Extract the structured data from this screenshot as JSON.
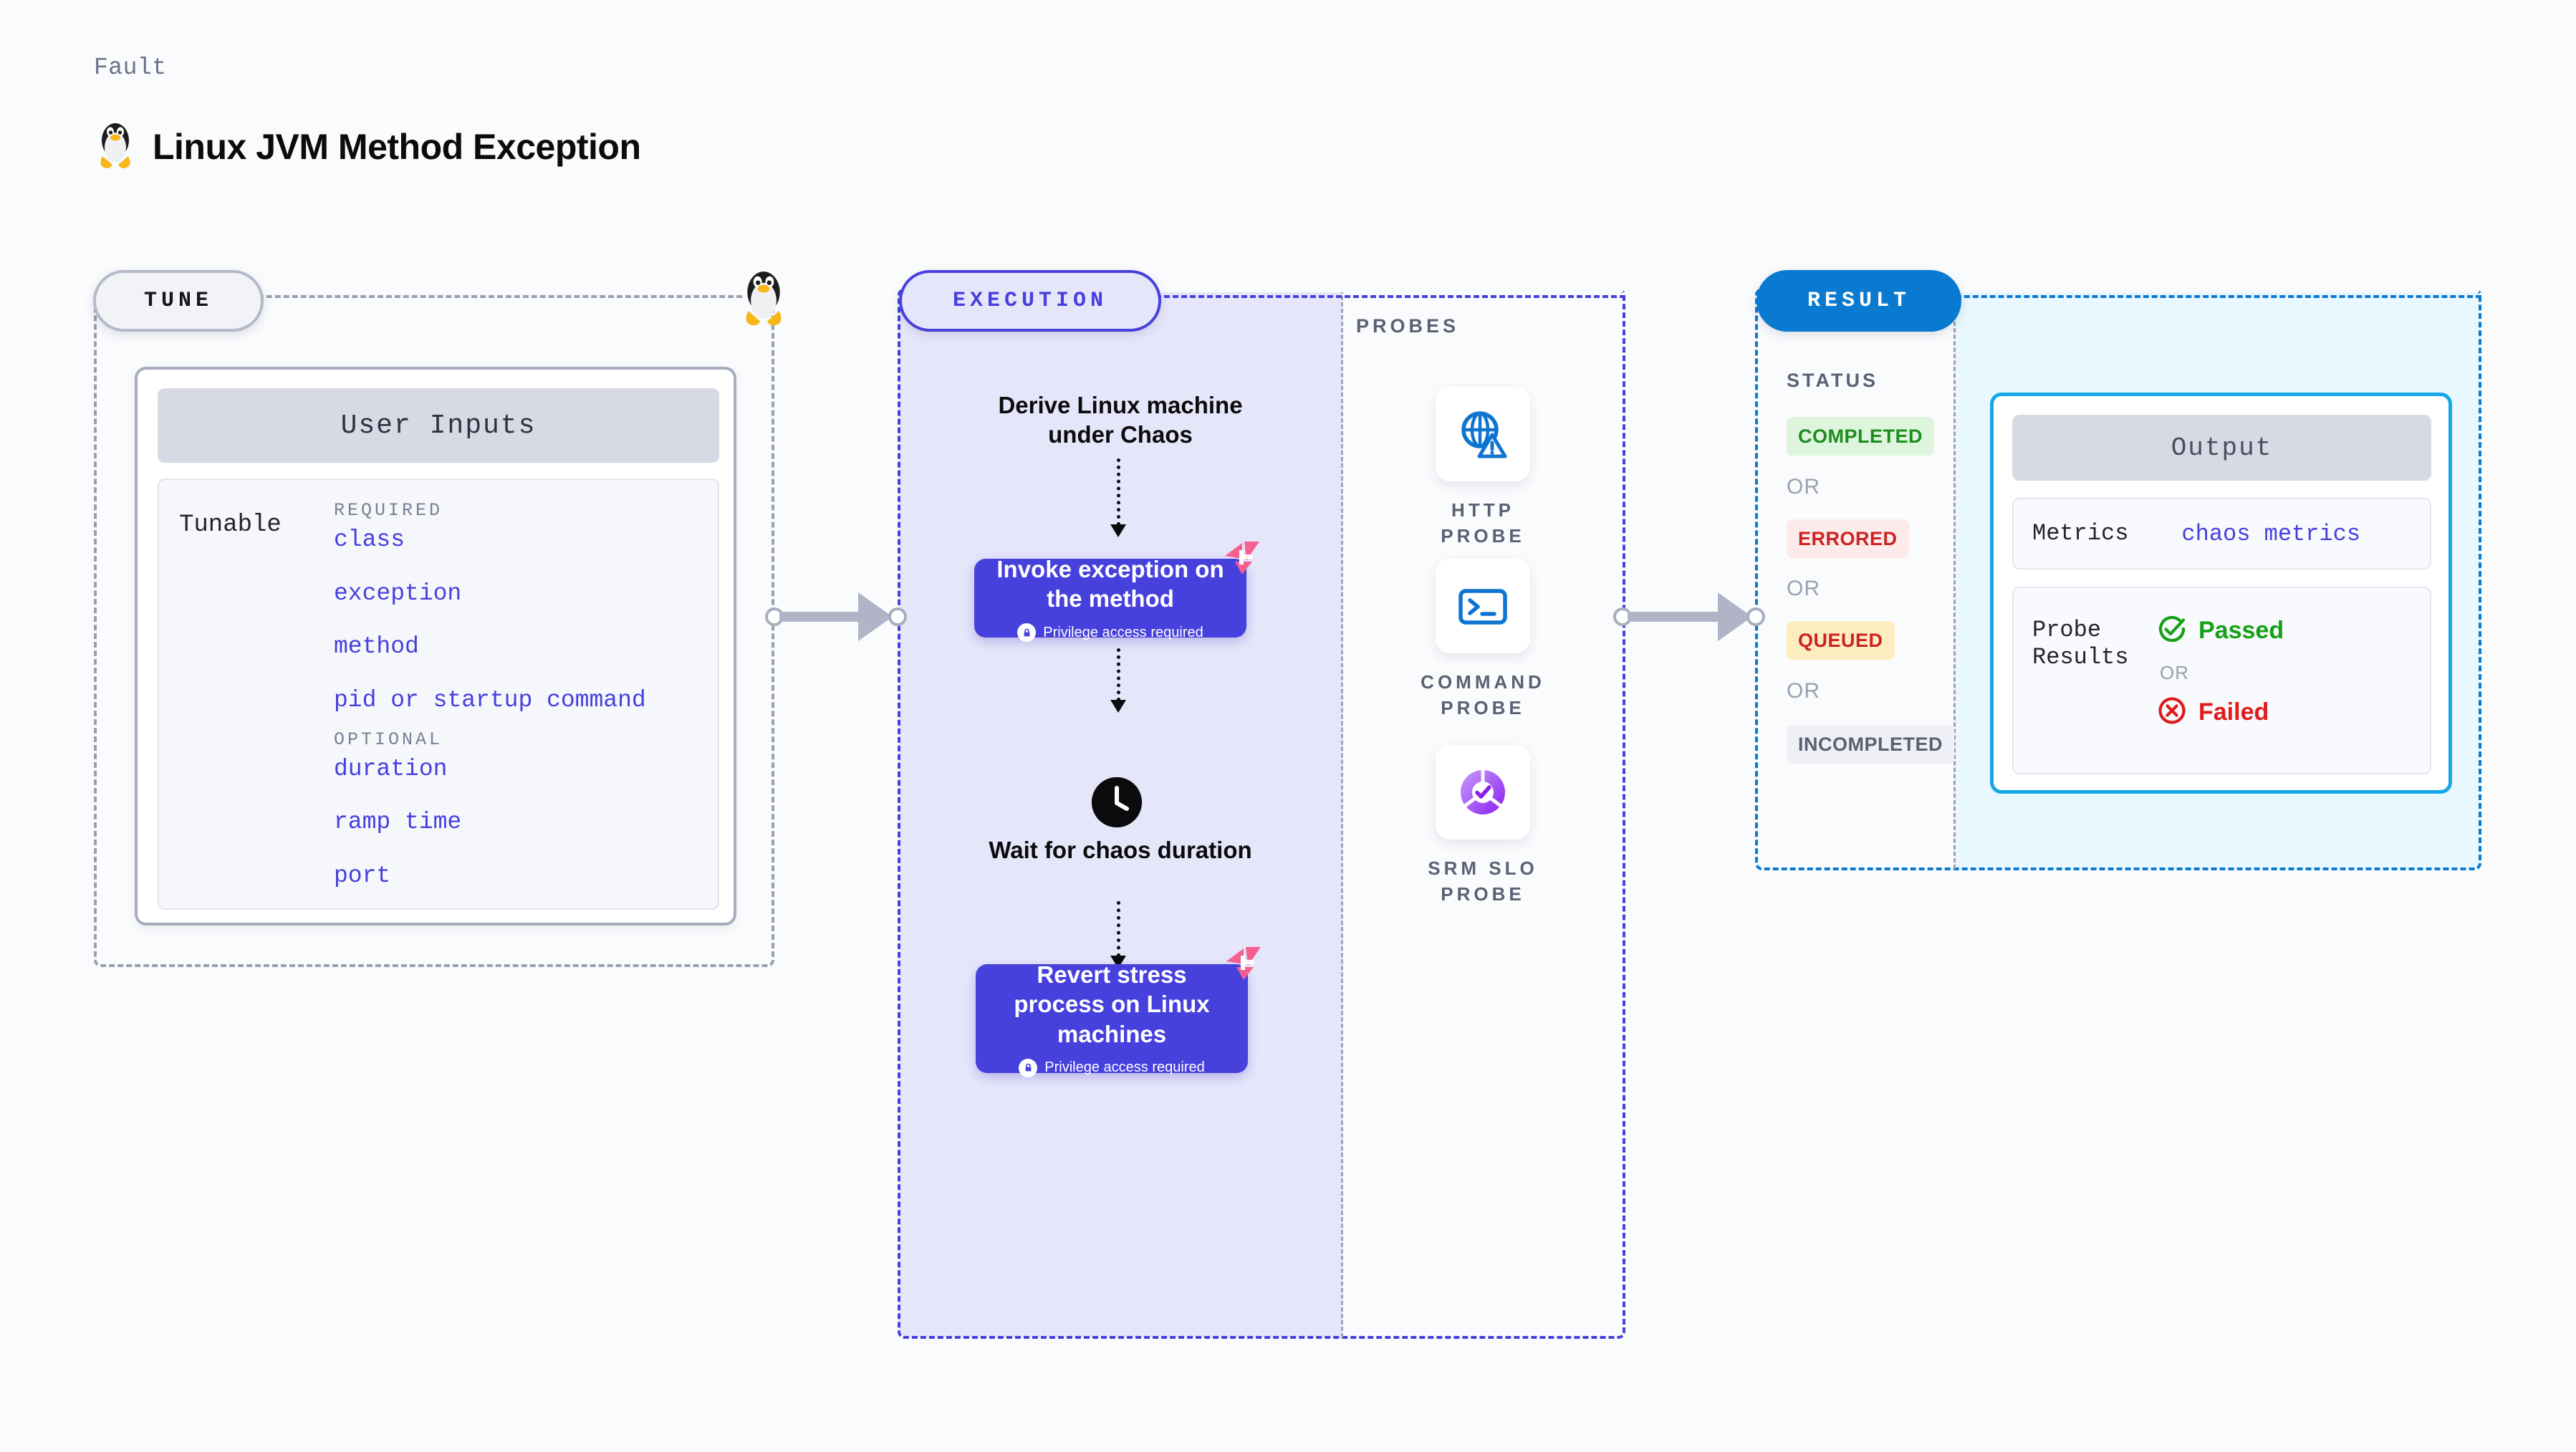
{
  "header": {
    "eyebrow": "Fault",
    "title": "Linux JVM Method Exception",
    "icon": "linux-penguin-icon"
  },
  "tune": {
    "pill_label": "TUNE",
    "card_title": "User Inputs",
    "tunable_label": "Tunable",
    "groups": [
      {
        "label": "REQUIRED",
        "fields": [
          "class",
          "exception",
          "method",
          "pid or startup command"
        ]
      },
      {
        "label": "OPTIONAL",
        "fields": [
          "duration",
          "ramp time",
          "port"
        ]
      }
    ]
  },
  "execution": {
    "pill_label": "EXECUTION",
    "steps": [
      {
        "type": "text",
        "label": "Derive Linux machine under Chaos"
      },
      {
        "type": "node",
        "label": "Invoke exception on the method",
        "note": "Privilege access required",
        "badge": "harness-logo-icon"
      },
      {
        "type": "wait",
        "label": "Wait for chaos duration",
        "icon": "clock-icon"
      },
      {
        "type": "node",
        "label": "Revert stress process on Linux machines",
        "note": "Privilege access required",
        "badge": "harness-logo-icon"
      }
    ]
  },
  "probes": {
    "section_label": "PROBES",
    "items": [
      {
        "icon": "http-globe-warning-icon",
        "label": "HTTP PROBE"
      },
      {
        "icon": "command-terminal-icon",
        "label": "COMMAND PROBE"
      },
      {
        "icon": "srm-slo-check-icon",
        "label": "SRM SLO PROBE"
      }
    ]
  },
  "result": {
    "pill_label": "RESULT",
    "status_label": "STATUS",
    "or_label": "OR",
    "statuses": [
      {
        "label": "COMPLETED",
        "fg": "#1e8c1e",
        "bg": "#ddf5dd"
      },
      {
        "label": "ERRORED",
        "fg": "#cc2222",
        "bg": "#fdeaea"
      },
      {
        "label": "QUEUED",
        "fg": "#cc2222",
        "bg": "#fbedbe"
      },
      {
        "label": "INCOMPLETED",
        "fg": "#5b6174",
        "bg": "#eff0f5"
      }
    ],
    "output": {
      "title": "Output",
      "metrics_key": "Metrics",
      "metrics_value": "chaos metrics",
      "probe_results_key_line1": "Probe",
      "probe_results_key_line2": "Results",
      "passed_label": "Passed",
      "failed_label": "Failed",
      "or_label": "OR",
      "passed_icon": "check-circle-icon",
      "failed_icon": "x-circle-icon"
    }
  },
  "colors": {
    "brand_purple": "#4640dd",
    "brand_blue": "#0a7ad1",
    "page_bg": "#fafbfd",
    "exec_fill": "#e6e6fb",
    "result_fill": "#e9f8fe",
    "pink_badge": "#f5608f"
  }
}
